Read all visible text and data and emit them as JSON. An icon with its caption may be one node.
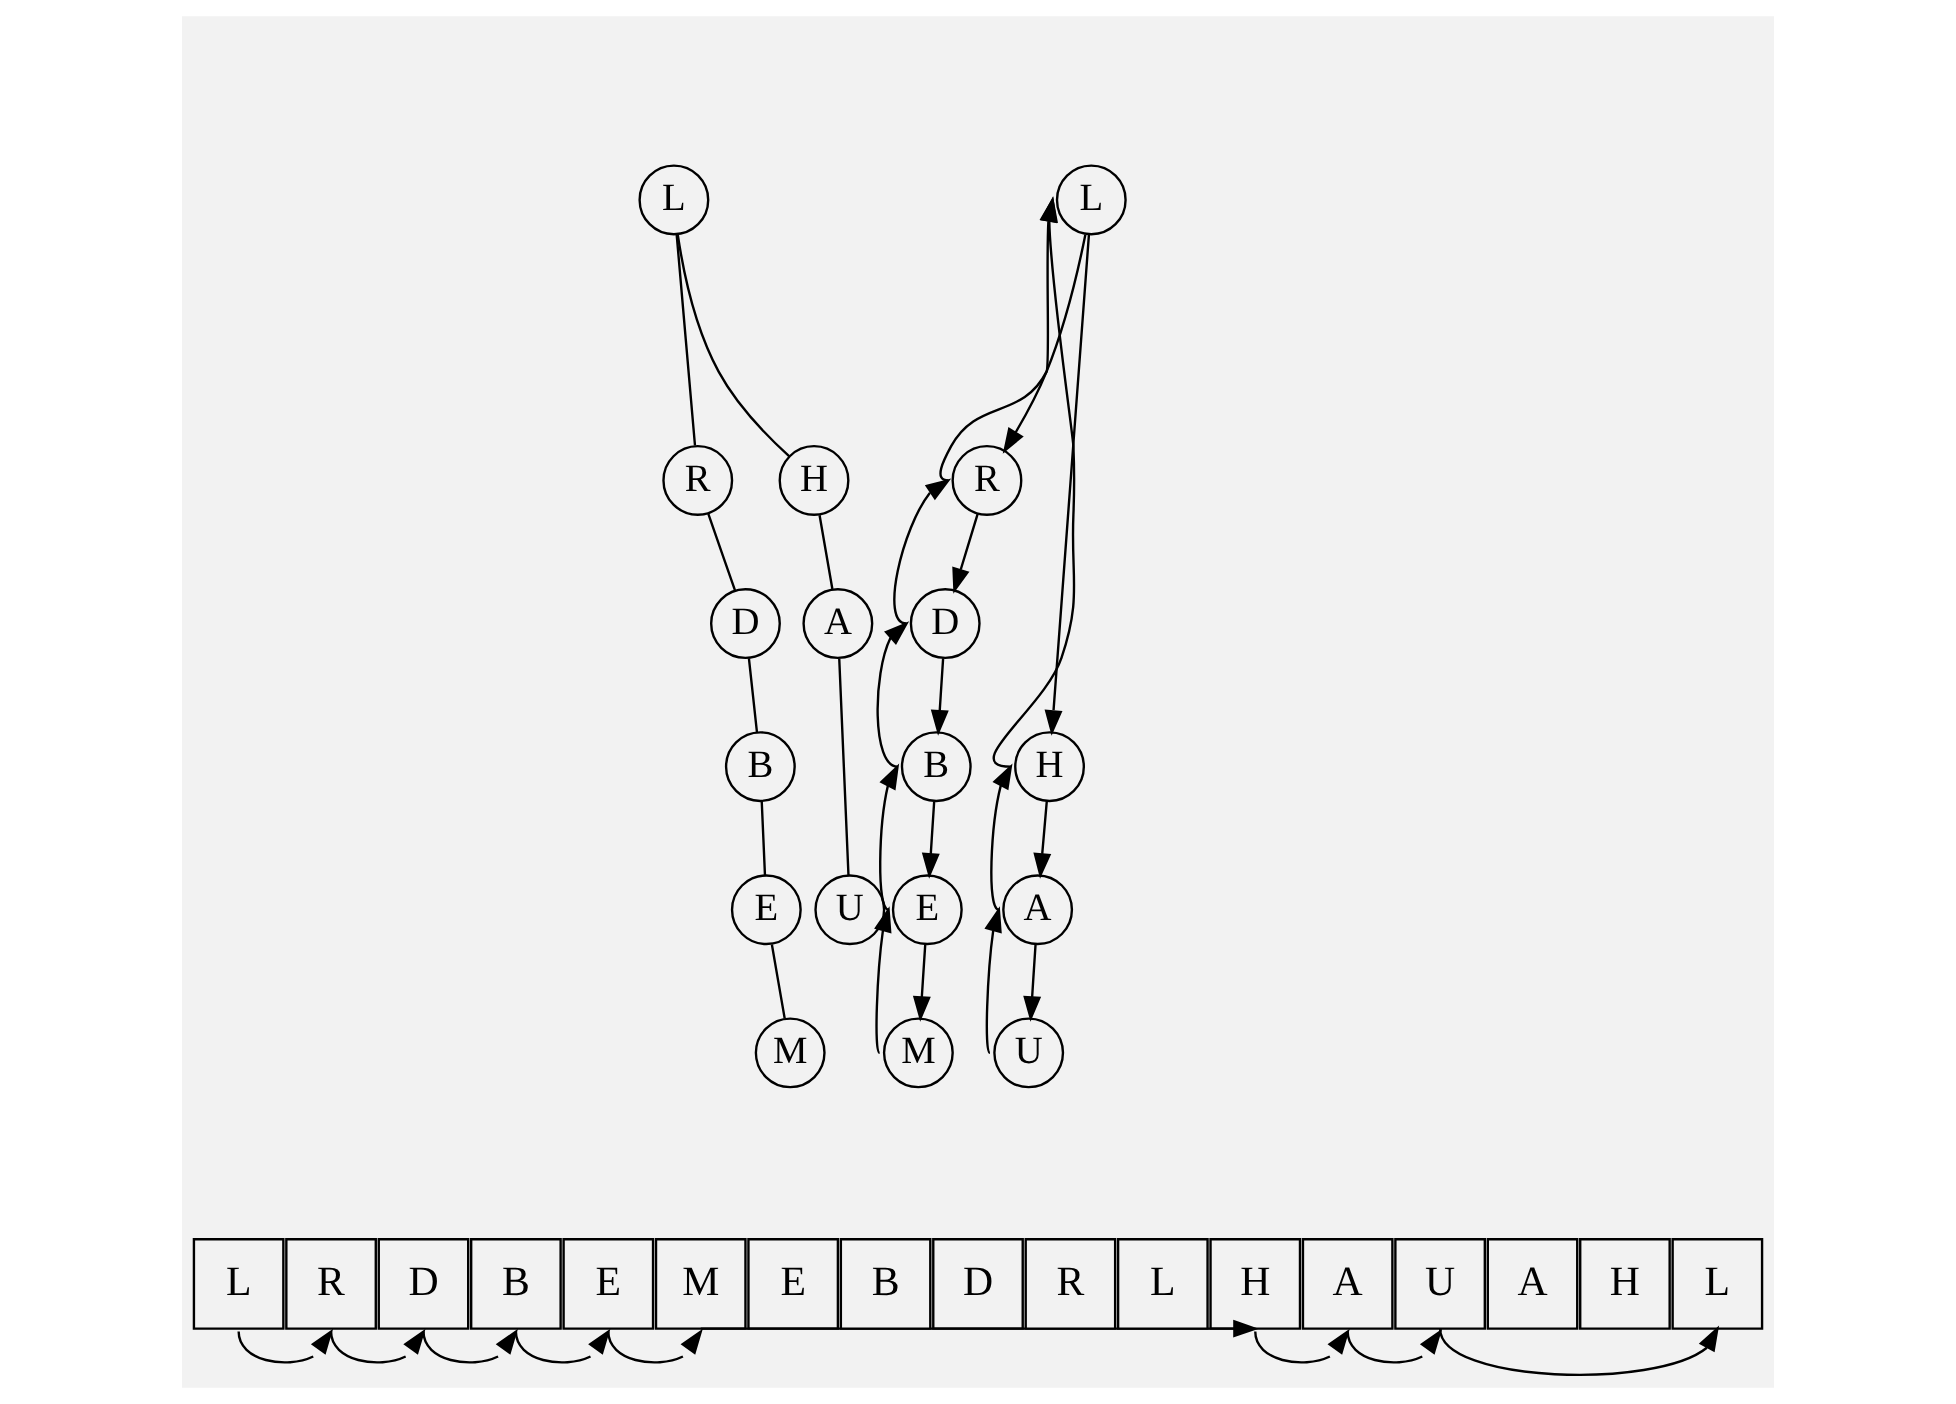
{
  "diagram": {
    "nodes": [
      {
        "text": [
          "L"
        ]
      },
      {
        "text": [
          "R"
        ]
      },
      {
        "text": [
          "H"
        ]
      },
      {
        "text": [
          "D"
        ]
      },
      {
        "text": [
          "A"
        ]
      },
      {
        "text": [
          "B"
        ]
      },
      {
        "text": [
          "U"
        ]
      },
      {
        "text": [
          "E"
        ]
      },
      {
        "text": [
          "M"
        ]
      },
      {
        "text": [
          "L"
        ]
      },
      {
        "text": [
          "R"
        ]
      },
      {
        "text": [
          "H"
        ]
      },
      {
        "text": [
          "D"
        ]
      },
      {
        "text": [
          "A"
        ]
      },
      {
        "text": [
          "B"
        ]
      },
      {
        "text": [
          "U"
        ]
      },
      {
        "text": [
          "E"
        ]
      },
      {
        "text": [
          "M"
        ]
      },
      {
        "text": [
          "L"
        ]
      },
      {
        "text": [
          "R"
        ]
      },
      {
        "text": [
          "D"
        ]
      },
      {
        "text": [
          "B"
        ]
      },
      {
        "text": [
          "E"
        ]
      },
      {
        "text": [
          "M"
        ]
      },
      {
        "text": [
          "E"
        ]
      },
      {
        "text": [
          "B"
        ]
      },
      {
        "text": [
          "D"
        ]
      },
      {
        "text": [
          "R"
        ]
      },
      {
        "text": [
          "L"
        ]
      },
      {
        "text": [
          "H"
        ]
      },
      {
        "text": [
          "A"
        ]
      },
      {
        "text": [
          "U"
        ]
      },
      {
        "text": [
          "A"
        ]
      },
      {
        "text": [
          "H"
        ]
      },
      {
        "text": [
          "L"
        ]
      }
    ],
    "edges": [
      {
        "from": 0,
        "to": 1,
        "arrow": "none"
      },
      {
        "from": 0,
        "to": 2,
        "arrow": "none"
      },
      {
        "from": 1,
        "to": 3,
        "arrow": "none"
      },
      {
        "from": 2,
        "to": 4,
        "arrow": "none"
      },
      {
        "from": 3,
        "to": 5,
        "arrow": "none"
      },
      {
        "from": 4,
        "to": 6,
        "arrow": "none"
      },
      {
        "from": 5,
        "to": 7,
        "arrow": "none"
      },
      {
        "from": 7,
        "to": 8,
        "arrow": "none"
      },
      {
        "from": 9,
        "to": 10,
        "arrow": "to"
      },
      {
        "from": 10,
        "to": 9,
        "arrow": "to"
      },
      {
        "from": 9,
        "to": 11,
        "arrow": "to"
      },
      {
        "from": 11,
        "to": 9,
        "arrow": "to"
      },
      {
        "from": 10,
        "to": 12,
        "arrow": "to"
      },
      {
        "from": 12,
        "to": 10,
        "arrow": "to"
      },
      {
        "from": 11,
        "to": 13,
        "arrow": "to"
      },
      {
        "from": 13,
        "to": 11,
        "arrow": "to"
      },
      {
        "from": 12,
        "to": 14,
        "arrow": "to"
      },
      {
        "from": 14,
        "to": 12,
        "arrow": "to"
      },
      {
        "from": 13,
        "to": 15,
        "arrow": "to"
      },
      {
        "from": 15,
        "to": 13,
        "arrow": "to"
      },
      {
        "from": 14,
        "to": 16,
        "arrow": "to"
      },
      {
        "from": 16,
        "to": 14,
        "arrow": "to"
      },
      {
        "from": 16,
        "to": 17,
        "arrow": "to"
      },
      {
        "from": 17,
        "to": 16,
        "arrow": "to"
      },
      {
        "from": 18,
        "to": 19,
        "arrow": "to"
      },
      {
        "from": 19,
        "to": 20,
        "arrow": "to"
      },
      {
        "from": 20,
        "to": 21,
        "arrow": "to"
      },
      {
        "from": 21,
        "to": 22,
        "arrow": "to"
      },
      {
        "from": 22,
        "to": 23,
        "arrow": "to"
      },
      {
        "from": 23,
        "to": 29,
        "arrow": "to"
      },
      {
        "from": 29,
        "to": 30,
        "arrow": "to"
      },
      {
        "from": 30,
        "to": 31,
        "arrow": "to"
      },
      {
        "from": 31,
        "to": 34,
        "arrow": "to"
      }
    ]
  }
}
